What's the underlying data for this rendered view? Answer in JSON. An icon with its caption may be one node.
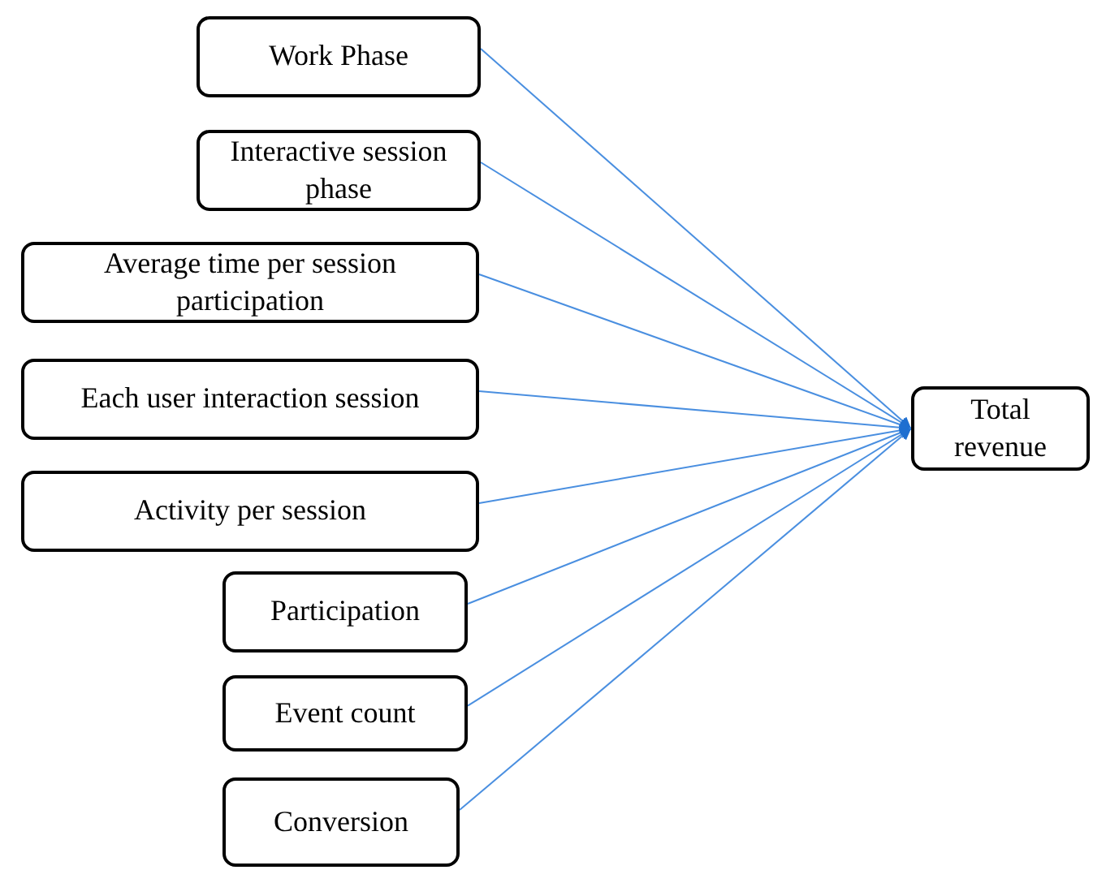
{
  "diagram": {
    "nodes": [
      {
        "text": [
          "Work Phase"
        ]
      },
      {
        "text": [
          "Interactive session phase"
        ]
      },
      {
        "text": [
          "Average time per session participation"
        ]
      },
      {
        "text": [
          "Each user interaction session"
        ]
      },
      {
        "text": [
          "Activity per session"
        ]
      },
      {
        "text": [
          "Participation"
        ]
      },
      {
        "text": [
          "Event count"
        ]
      },
      {
        "text": [
          "Conversion"
        ]
      },
      {
        "text": [
          "Total revenue"
        ]
      }
    ],
    "edges": [
      {
        "from": 0,
        "to": 8,
        "arrow": "to"
      },
      {
        "from": 1,
        "to": 8,
        "arrow": "to"
      },
      {
        "from": 2,
        "to": 8,
        "arrow": "to"
      },
      {
        "from": 3,
        "to": 8,
        "arrow": "to"
      },
      {
        "from": 4,
        "to": 8,
        "arrow": "to"
      },
      {
        "from": 5,
        "to": 8,
        "arrow": "to"
      },
      {
        "from": 6,
        "to": 8,
        "arrow": "to"
      },
      {
        "from": 7,
        "to": 8,
        "arrow": "to"
      }
    ]
  }
}
